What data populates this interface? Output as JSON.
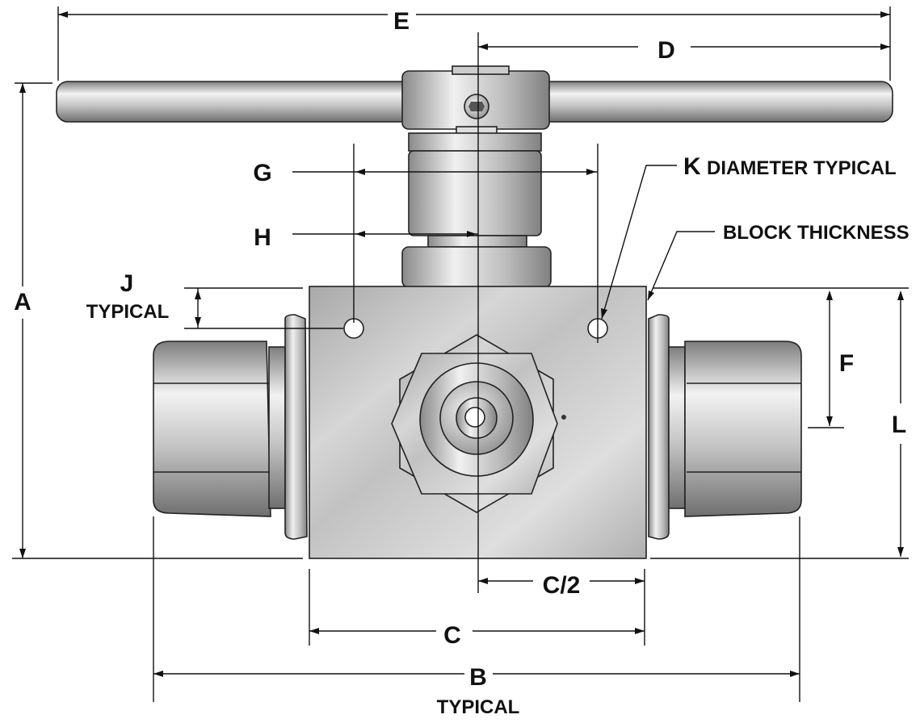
{
  "labels": {
    "a": "A",
    "b": "B",
    "b_note": "TYPICAL",
    "c": "C",
    "c_half": "C/2",
    "d": "D",
    "e": "E",
    "f": "F",
    "g": "G",
    "h": "H",
    "j": "J",
    "j_note": "TYPICAL",
    "k": "K",
    "k_note": "DIAMETER TYPICAL",
    "l": "L",
    "block_thickness": "BLOCK THICKNESS"
  },
  "colors": {
    "metal_light": "#eeeeee",
    "metal_mid": "#bdbdbd",
    "metal_dark": "#8a8a8a",
    "line": "#111111"
  }
}
